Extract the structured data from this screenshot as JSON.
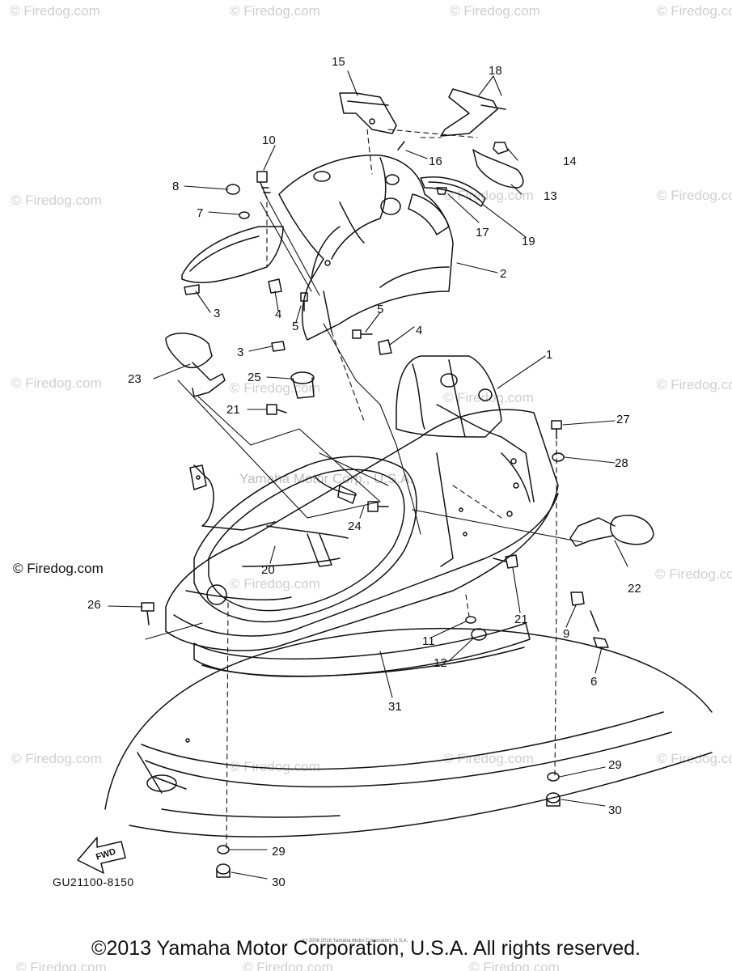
{
  "watermark_text": "© Firedog.com",
  "center_watermark": "Yamaha Motor Corp., U.S.A.",
  "firedog_mark": "© Firedog.com",
  "diagram_code": "GU21100-8150",
  "fwd_label": "FWD",
  "footer": "©2013 Yamaha Motor Corporation, U.S.A. All rights reserved.",
  "footer_tiny": "(c) 2008 2016 Yamaha Motor Corporation, U.S.A.",
  "callouts": {
    "c1": "1",
    "c2": "2",
    "c3a": "3",
    "c3b": "3",
    "c4a": "4",
    "c4b": "4",
    "c5a": "5",
    "c5b": "5",
    "c6": "6",
    "c7": "7",
    "c8": "8",
    "c9": "9",
    "c10": "10",
    "c11": "11",
    "c12": "12",
    "c13": "13",
    "c14": "14",
    "c15": "15",
    "c16": "16",
    "c17": "17",
    "c18": "18",
    "c19": "19",
    "c20": "20",
    "c21a": "21",
    "c21b": "21",
    "c22": "22",
    "c23": "23",
    "c24": "24",
    "c25": "25",
    "c26": "26",
    "c27": "27",
    "c28": "28",
    "c29a": "29",
    "c29b": "29",
    "c30a": "30",
    "c30b": "30",
    "c31": "31"
  }
}
